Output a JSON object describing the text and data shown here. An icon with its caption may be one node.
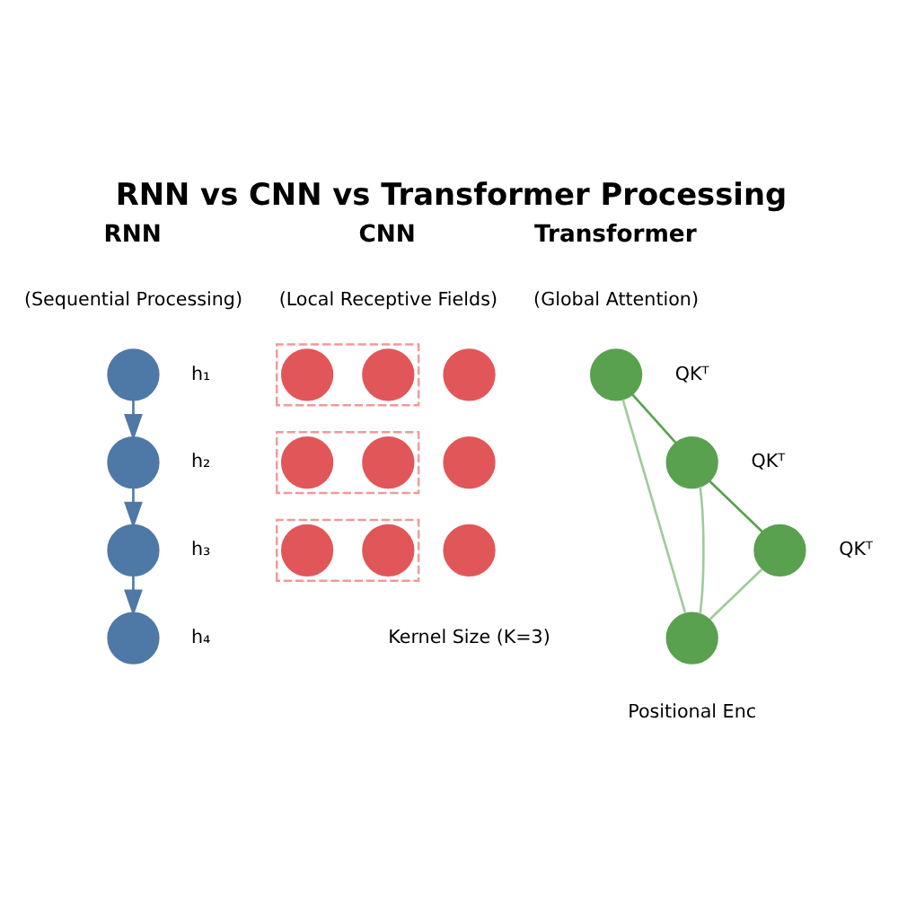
{
  "diagram": {
    "title": "RNN vs CNN vs Transformer Processing",
    "nodes": [
      {
        "text": [],
        "shape": "circle",
        "beside": [
          "h₁"
        ]
      },
      {
        "text": [],
        "shape": "circle",
        "beside": [
          "h₂"
        ]
      },
      {
        "text": [],
        "shape": "circle",
        "beside": [
          "h₃"
        ]
      },
      {
        "text": [],
        "shape": "circle",
        "beside": [
          "h₄"
        ]
      },
      {
        "text": [],
        "shape": "box"
      },
      {
        "text": [],
        "shape": "circle",
        "in": 4
      },
      {
        "text": [],
        "shape": "circle",
        "in": 4
      },
      {
        "text": [],
        "shape": "circle"
      },
      {
        "text": [],
        "shape": "box"
      },
      {
        "text": [],
        "shape": "circle",
        "in": 8
      },
      {
        "text": [],
        "shape": "circle",
        "in": 8
      },
      {
        "text": [],
        "shape": "circle"
      },
      {
        "text": [],
        "shape": "box"
      },
      {
        "text": [],
        "shape": "circle",
        "in": 12
      },
      {
        "text": [],
        "shape": "circle",
        "in": 12
      },
      {
        "text": [],
        "shape": "circle"
      },
      {
        "text": [],
        "shape": "circle",
        "beside": [
          "QKᵀ"
        ]
      },
      {
        "text": [],
        "shape": "circle",
        "beside": [
          "QKᵀ"
        ]
      },
      {
        "text": [],
        "shape": "circle",
        "beside": [
          "QKᵀ"
        ]
      },
      {
        "text": [],
        "shape": "circle"
      }
    ],
    "edges": [
      {
        "from": 0,
        "to": 1,
        "arrow": "to",
        "color": "#4e79a7"
      },
      {
        "from": 1,
        "to": 2,
        "arrow": "to",
        "color": "#4e79a7"
      },
      {
        "from": 2,
        "to": 3,
        "arrow": "to",
        "color": "#4e79a7"
      },
      {
        "from": 16,
        "to": 17,
        "arrow": "none",
        "color": "#59a14f"
      },
      {
        "from": 16,
        "to": 19,
        "arrow": "none",
        "color": "#9fcb9a"
      },
      {
        "from": 17,
        "to": 18,
        "arrow": "none",
        "color": "#59a14f"
      },
      {
        "from": 17,
        "to": 19,
        "arrow": "none",
        "color": "#9fcb9a"
      },
      {
        "from": 18,
        "to": 19,
        "arrow": "none",
        "color": "#9fcb9a"
      }
    ],
    "labels": [
      "RNN",
      "CNN",
      "Transformer",
      "(Sequential Processing)",
      "(Local Receptive Fields)",
      "(Global Attention)",
      "Kernel Size (K=3)",
      "Positional Enc"
    ]
  }
}
